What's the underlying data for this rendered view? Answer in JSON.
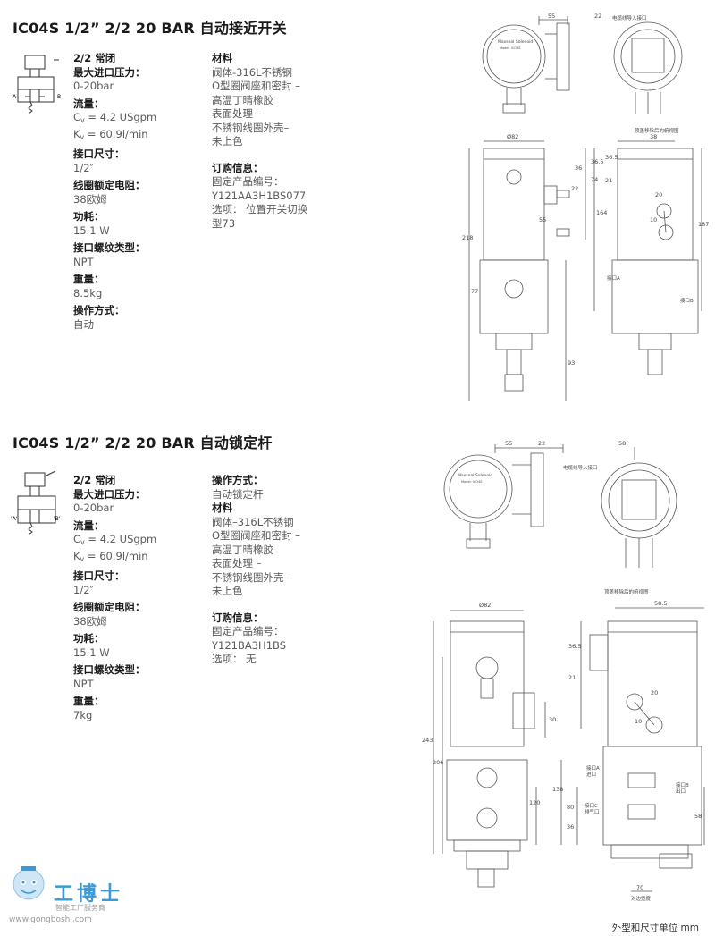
{
  "sections": [
    {
      "title": "IC04S 1/2”   2/2 20 BAR 自动接近开关",
      "left_column": [
        {
          "label": "2/2 常闭"
        },
        {
          "label": "最大进口压力：",
          "value": "0-20bar"
        },
        {
          "label": "流量：",
          "value_cv": [
            "C",
            "v",
            " = 4.2 USgpm"
          ],
          "value_kv": [
            "K",
            "v",
            " = 60.9l/min"
          ]
        },
        {
          "label": "接口尺寸：",
          "value": "1/2″"
        },
        {
          "label": "线圈额定电阻：",
          "value": "38欧姆"
        },
        {
          "label": "功耗：",
          "value": "15.1 W"
        },
        {
          "label": "接口螺纹类型：",
          "value": "NPT"
        },
        {
          "label": "重量：",
          "value": "8.5kg"
        },
        {
          "label": "操作方式：",
          "value": "自动"
        }
      ],
      "right_column": {
        "material_label": "材料",
        "material_lines": [
          "阀体-316L不锈钢",
          "O型圈阀座和密封 –",
          "高温丁晴橡胶",
          "表面处理 –",
          "不锈钢线圈外壳–",
          "未上色"
        ],
        "order_label": "订购信息：",
        "order_lines": [
          "固定产品编号：",
          "Y121AA3H1BS077",
          "选项：  位置开关切换",
          "型73"
        ]
      },
      "symbol_labels": {
        "a": "A",
        "b": "B"
      },
      "dims_top": [
        "55",
        "22"
      ],
      "dims_front": [
        "Ø82",
        "36",
        "36.5",
        "74",
        "22",
        "55",
        "218",
        "77",
        "93"
      ],
      "dims_side": [
        "38",
        "36.5",
        "21",
        "20",
        "10",
        "164",
        "187",
        "接口A",
        "接口B"
      ],
      "note_top": "电缆线导入接口",
      "note_rear": "顶盖移除后的俯视图",
      "nameplate": [
        "Maxseal Solenoid",
        "Model: ICO4S"
      ]
    },
    {
      "title": "IC04S 1/2”   2/2 20 BAR 自动锁定杆",
      "left_column": [
        {
          "label": "2/2 常闭"
        },
        {
          "label": "最大进口压力：",
          "value": "0-20bar"
        },
        {
          "label": "流量：",
          "value_cv": [
            "C",
            "v",
            " = 4.2 USgpm"
          ],
          "value_kv": [
            "K",
            "v",
            " = 60.9l/min"
          ]
        },
        {
          "label": "接口尺寸：",
          "value": "1/2″"
        },
        {
          "label": "线圈额定电阻：",
          "value": "38欧姆"
        },
        {
          "label": "功耗：",
          "value": "15.1 W"
        },
        {
          "label": "接口螺纹类型：",
          "value": "NPT"
        },
        {
          "label": "重量：",
          "value": "7kg"
        }
      ],
      "right_column": {
        "op_label": "操作方式：",
        "op_value": "自动锁定杆",
        "material_label": "材料",
        "material_lines": [
          "阀体–316L不锈钢",
          "O型圈阀座和密封 –",
          "高温丁晴橡胶",
          "表面处理 –",
          "不锈钢线圈外壳–",
          "未上色"
        ],
        "order_label": "订购信息：",
        "order_lines": [
          "固定产品编号：",
          "Y121BA3H1BS",
          "选项：  无"
        ]
      },
      "symbol_labels": {
        "a": "'A'",
        "b": "'B'"
      },
      "dims_top": [
        "55",
        "22",
        "58"
      ],
      "dims_front": [
        "Ø82",
        "243",
        "206",
        "30",
        "138",
        "120"
      ],
      "dims_side": [
        "58.5",
        "36.5",
        "21",
        "20",
        "10",
        "80",
        "36",
        "58",
        "70",
        "接口A",
        "进口",
        "接口B",
        "出口",
        "接口C",
        "排气口",
        "对边宽度"
      ],
      "note_top": "电缆线导入接口",
      "note_rear": "顶盖移除后的俯视图",
      "nameplate": [
        "Maxseal Solenoid",
        "Model: ICO4S"
      ]
    }
  ],
  "footer": "外型和尺寸单位 mm",
  "watermark": {
    "brand": "工博士",
    "sub": "智能工厂服务商",
    "url": "www.gongboshi.com"
  },
  "colors": {
    "text": "#231f20",
    "muted": "#5a5a5a",
    "line": "#555555",
    "brand": "#3b9ad6"
  }
}
